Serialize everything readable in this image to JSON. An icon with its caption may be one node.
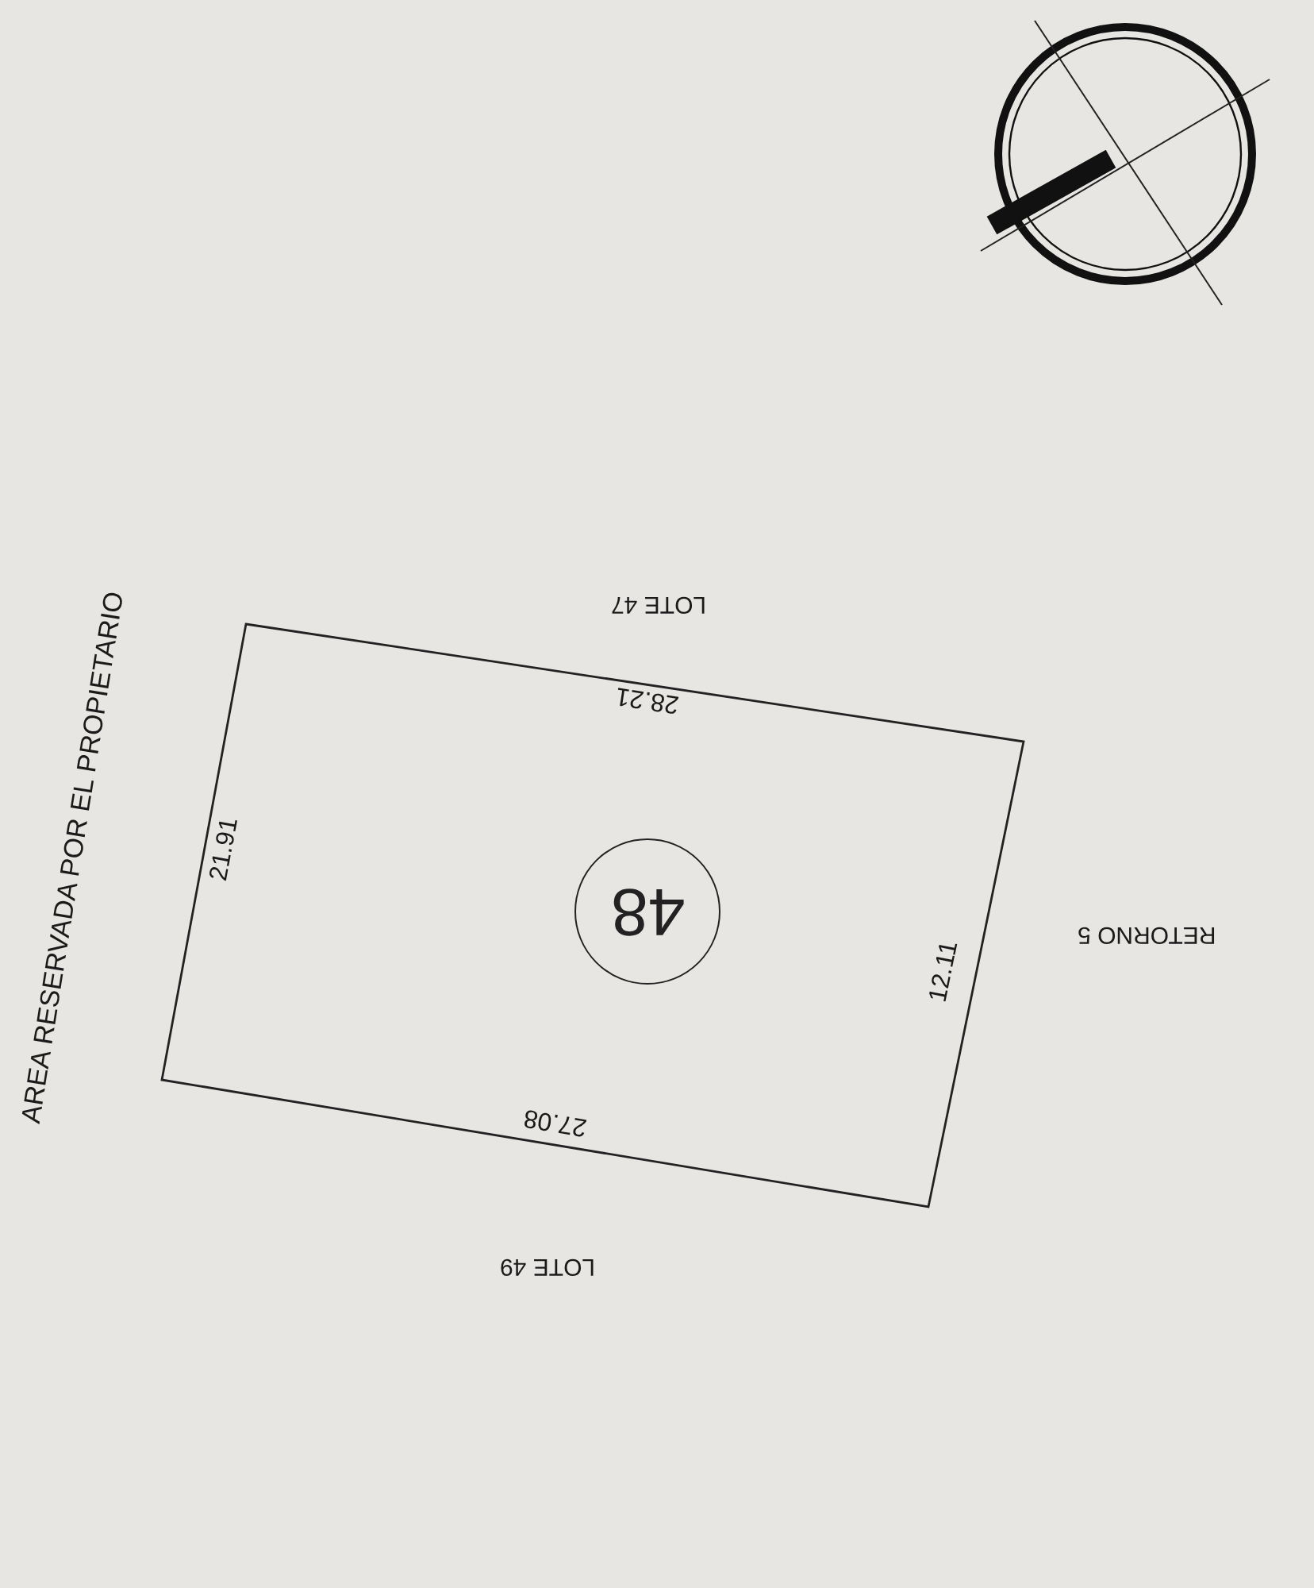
{
  "diagram": {
    "nodes": [
      {
        "text": [],
        "shape": "box"
      },
      {
        "text": [
          "48"
        ],
        "in": 0
      }
    ],
    "edges": [],
    "labels": [
      "AREA RESERVADA POR EL PROPIETARIO",
      "LOTE 47",
      "28.21",
      "21.91",
      "RETORNO 5",
      "12.11",
      "27.08",
      "LOTE 49"
    ]
  }
}
